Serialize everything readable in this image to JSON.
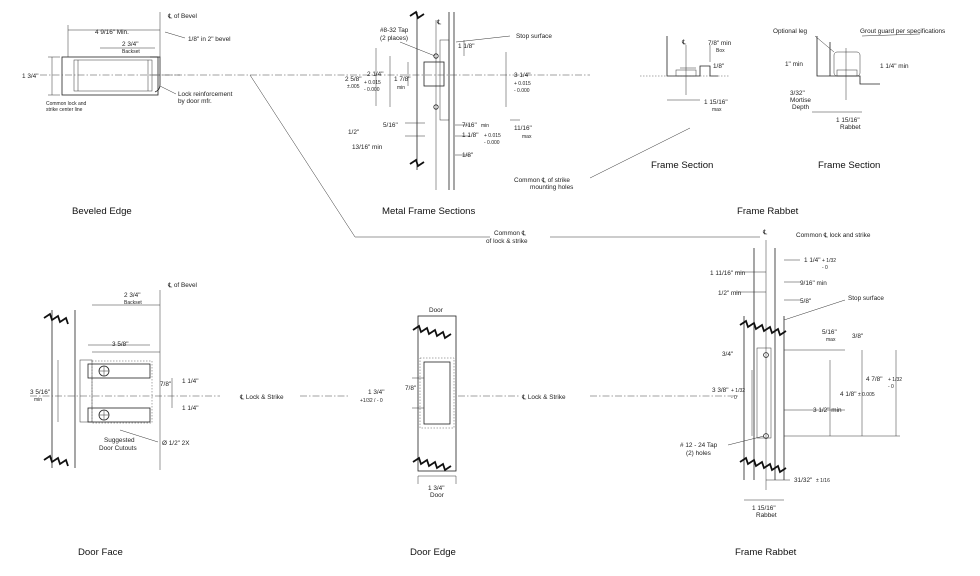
{
  "labels": {
    "bevel_cl_top": "℄ of Bevel",
    "bevel_4916": "4 9/16\" Min.",
    "bevel_18": "1/8\" in 2\" bevel",
    "bevel_234": "2 3/4\"",
    "bevel_backset": "Backset",
    "bevel_134": "1 3/4\"",
    "bevel_common1": "Common lock and",
    "bevel_common2": "strike center line",
    "bevel_lockreinf1": "Lock reinforcement",
    "bevel_lockreinf2": "by door mfr.",
    "mf_tap1": "#8-32 Tap",
    "mf_tap2": "(2 places)",
    "mf_cl": "℄",
    "mf_stop": "Stop surface",
    "mf_118": "1 1/8\"",
    "mf_258": "2 5/8\"",
    "mf_258tol": "±.005",
    "mf_214": "2 1/4\"",
    "mf_214tol1": "+ 0.015",
    "mf_214tol2": "- 0.000",
    "mf_178": "1 7/8\"",
    "mf_178min": "min",
    "mf_314": "3 1/4\"",
    "mf_314tol1": "+ 0.015",
    "mf_314tol2": "- 0.000",
    "mf_516": "5/16\"",
    "mf_716": "7/16\"",
    "mf_716min": "min",
    "mf_12": "1/2\"",
    "mf_1118": "1 1/8\"",
    "mf_1118tol1": "+ 0.015",
    "mf_1118tol2": "- 0.000",
    "mf_1116": "11/16\"",
    "mf_1116max": "max",
    "mf_1316": "13/16\" min",
    "mf_18": "1/8\"",
    "mf_common1": "Common ℄ of strike",
    "mf_common2": "mounting holes",
    "fs_78": "7/8\" min",
    "fs_box": "Box",
    "fs_cl": "℄",
    "fs_18": "1/8\"",
    "fs_11516": "1 15/16\"",
    "fs_max": "max",
    "fr_optleg": "Optional leg",
    "fr_grout": "Grout guard per specifications",
    "fr_1min": "1\" min",
    "fr_114": "1 1/4\" min",
    "fr_332": "3/32\"",
    "fr_mortise": "Mortise",
    "fr_depth": "Depth",
    "fr_11516": "1 15/16\"",
    "fr_rabbet": "Rabbet",
    "tl_bevel": "Beveled Edge",
    "tl_metal": "Metal Frame Sections",
    "tl_fs1": "Frame Section",
    "tl_fs2": "Frame Section",
    "tl_frabbet": "Frame Rabbet",
    "cl_ls1": "Common ℄",
    "cl_ls2": "of lock & strike",
    "df_cl": "℄ of Bevel",
    "df_234": "2 3/4\"",
    "df_backset": "Backset",
    "df_358": "3 5/8\"",
    "df_31516": "3 5/16\"",
    "df_min": "min",
    "df_78": "7/8\"",
    "df_114a": "1 1/4\"",
    "df_114b": "1 1/4\"",
    "df_sug1": "Suggested",
    "df_sug2": "Door Cutouts",
    "df_dia": "Ø  1/2\" 2X",
    "ls_1": "℄  Lock & Strike",
    "ls_2": "℄  Lock & Strike",
    "de_door": "Door",
    "de_78": "7/8\"",
    "de_134": "1 3/4\"",
    "de_134tol": "+1/32  / - 0",
    "de_134b": "1 3/4\"",
    "de_doorb": "Door",
    "rb_cl": "℄",
    "rb_common": "Common ℄ lock and strike",
    "rb_114": "1 1/4\"",
    "rb_114tol1": "+ 1/32",
    "rb_114tol2": "- 0",
    "rb_11116": "1 11/16\" min",
    "rb_916": "9/16\" min",
    "rb_12": "1/2\" min",
    "rb_58": "5/8\"",
    "rb_stop": "Stop surface",
    "rb_516": "5/16\"",
    "rb_516max": "max",
    "rb_38": "3/8\"",
    "rb_34": "3/4\"",
    "rb_478": "4 7/8\"",
    "rb_478tol1": "+ 1/32",
    "rb_478tol2": "- 0",
    "rb_338": "3 3/8\"",
    "rb_338tol1": "+ 1/32",
    "rb_338tol2": "- 0",
    "rb_418": "4 1/8\"",
    "rb_418tol": "± 0.005",
    "rb_312": "3 1/2\" min",
    "rb_tap1": "# 12 - 24 Tap",
    "rb_tap2": "(2) holes",
    "rb_3132": "31/32\"",
    "rb_3132tol": "± 1/16",
    "rb_11516": "1 15/16\"",
    "rb_rabbet": "Rabbet",
    "tl_doorface": "Door Face",
    "tl_dooredge": "Door Edge",
    "tl_frabbet2": "Frame Rabbet"
  }
}
